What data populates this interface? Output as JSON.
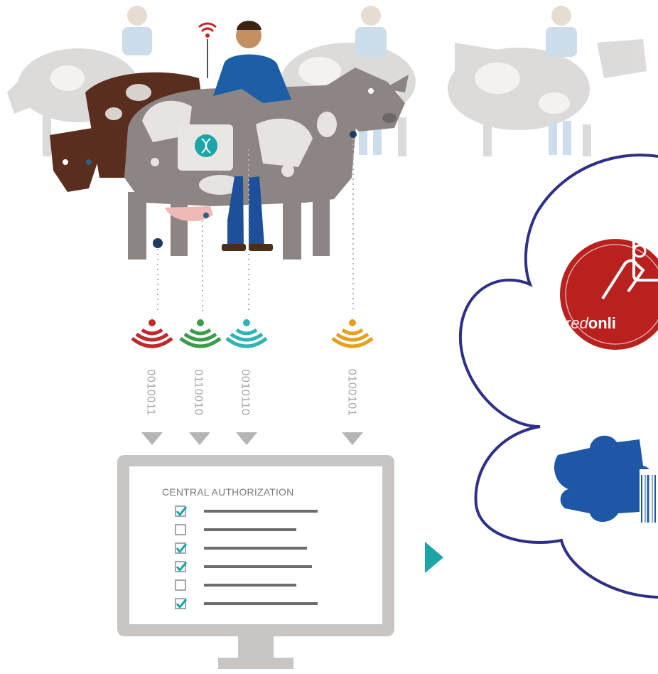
{
  "monitor": {
    "title": "CENTRAL AUTHORIZATION",
    "checklist": [
      true,
      false,
      true,
      true,
      false,
      true
    ]
  },
  "signals": [
    {
      "code": "0010011",
      "color": "#c0282c"
    },
    {
      "code": "0110010",
      "color": "#3c9c4c"
    },
    {
      "code": "0010110",
      "color": "#2fb3b3"
    },
    {
      "code": "0100101",
      "color": "#e3a124"
    }
  ],
  "logos": {
    "red_logo_text_thin": "red",
    "red_logo_text_bold": "onli"
  },
  "colors": {
    "accent_teal": "#1ca5a7",
    "cloud_outline": "#2e2f86",
    "monitor_gray": "#c9c5c2",
    "cow_gray": "#8c8584",
    "cow_brown": "#5a2e1e",
    "shirt_blue": "#2c66a8",
    "logo_red": "#b8211e",
    "puzzle_blue": "#1d57a6"
  }
}
